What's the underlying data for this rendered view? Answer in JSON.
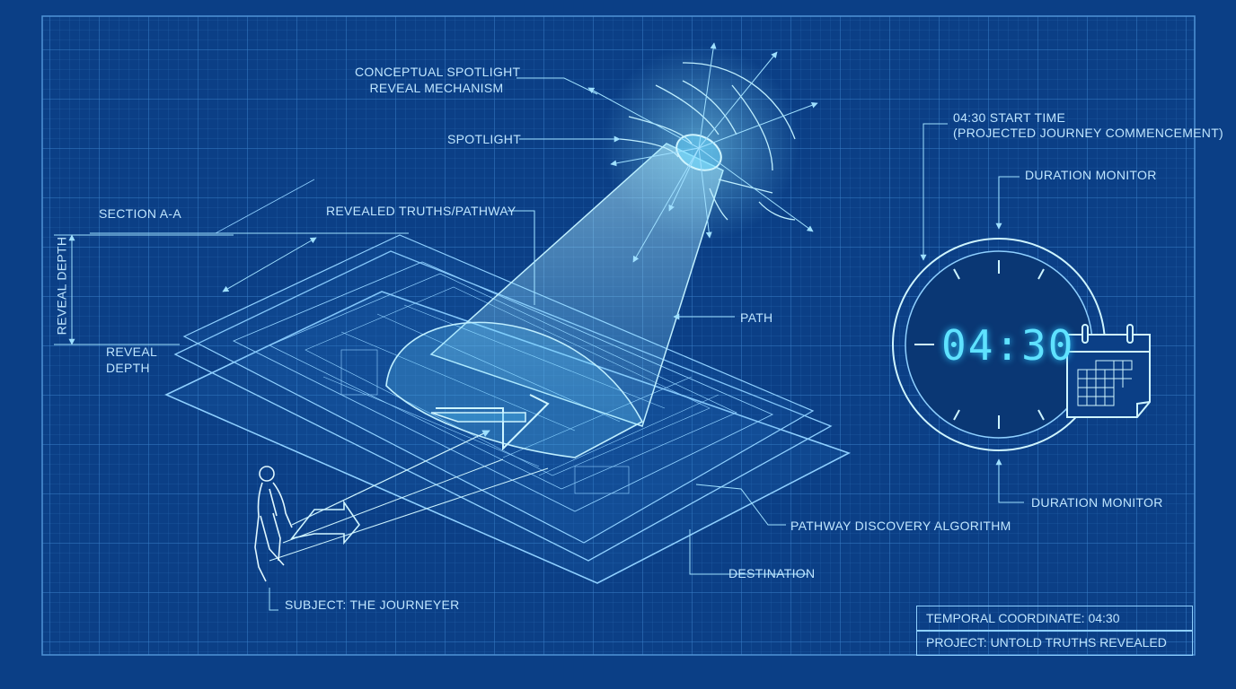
{
  "labels": {
    "conceptual_spotlight": "CONCEPTUAL SPOTLIGHT",
    "reveal_mechanism": "REVEAL MECHANISM",
    "spotlight": "SPOTLIGHT",
    "section": "SECTION A-A",
    "revealed_truths": "REVEALED TRUTHS/PATHWAY",
    "reveal_depth_vertical": "REVEAL DEPTH",
    "reveal_depth_a": "REVEAL",
    "reveal_depth_b": "DEPTH",
    "path": "PATH",
    "pathway_algorithm": "PATHWAY DISCOVERY ALGORITHM",
    "destination": "DESTINATION",
    "subject": "SUBJECT: THE JOURNEYER",
    "start_time": "04:30 START TIME",
    "start_time_sub": "(PROJECTED JOURNEY COMMENCEMENT)",
    "duration_monitor_top": "DURATION MONITOR",
    "duration_monitor_bottom": "DURATION MONITOR"
  },
  "clock": {
    "display": "04:30"
  },
  "title_block": {
    "temporal": "TEMPORAL COORDINATE: 04:30",
    "project": "PROJECT: UNTOLD TRUTHS REVEALED"
  },
  "icons": [
    "spotlight-icon",
    "walking-person-icon",
    "clock-icon",
    "calendar-icon",
    "arrow-icon"
  ],
  "colors": {
    "background": "#0b3f86",
    "line": "#8fd0ff",
    "glow": "#5fe2ff"
  }
}
